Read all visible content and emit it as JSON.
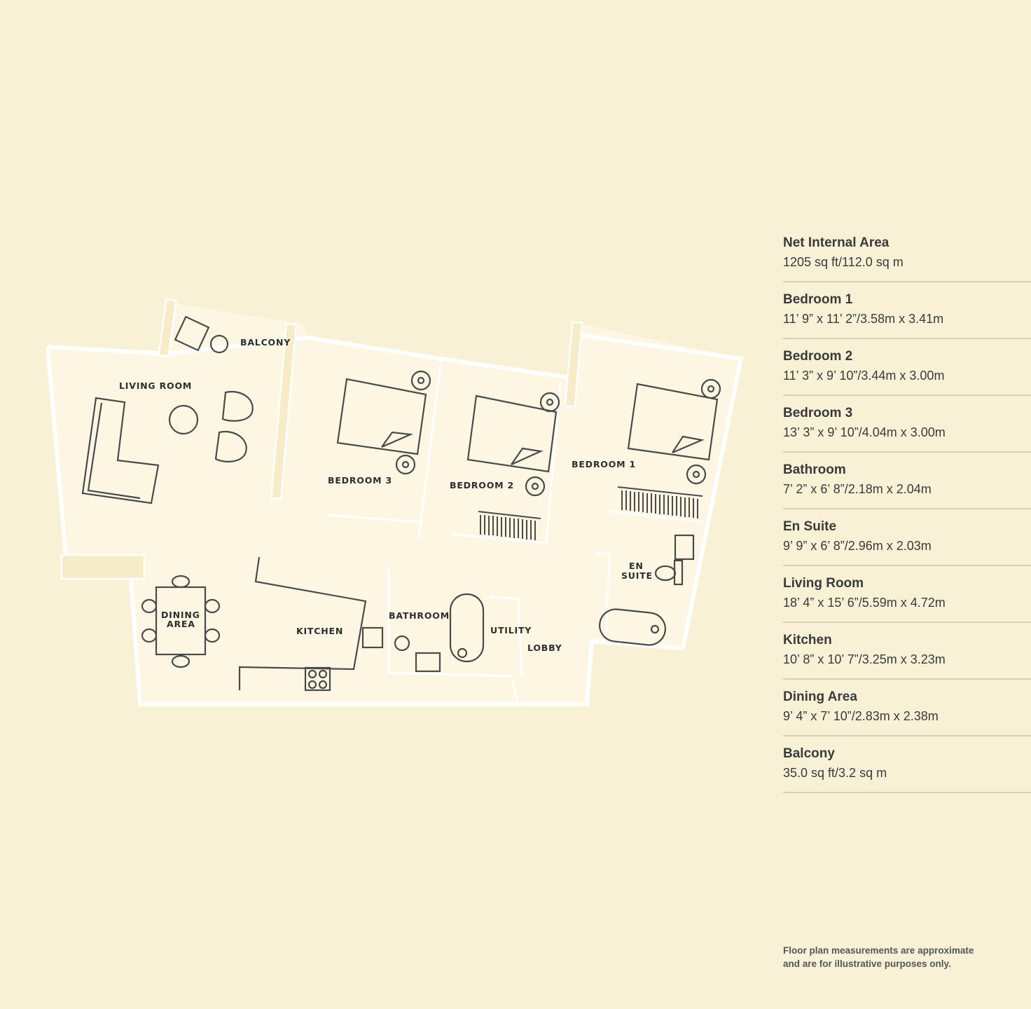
{
  "floor_plan": {
    "room_labels": {
      "balcony": "BALCONY",
      "living_room": "LIVING ROOM",
      "bedroom_3": "BEDROOM 3",
      "bedroom_2": "BEDROOM 2",
      "bedroom_1": "BEDROOM 1",
      "en_suite_line1": "EN",
      "en_suite_line2": "SUITE",
      "dining_line1": "DINING",
      "dining_line2": "AREA",
      "kitchen": "KITCHEN",
      "bathroom": "BATHROOM",
      "utility": "UTILITY",
      "lobby": "LOBBY"
    },
    "colors": {
      "background": "#f9f1d5",
      "floor": "#fcf6e3",
      "walls": "#ffffff",
      "furniture": "#4a4a4a"
    }
  },
  "specs": [
    {
      "name": "Net Internal Area",
      "value": "1205 sq ft/112.0 sq m"
    },
    {
      "name": "Bedroom 1",
      "value": "11’ 9” x 11’ 2”/3.58m x 3.41m"
    },
    {
      "name": "Bedroom 2",
      "value": "11’ 3” x 9’ 10”/3.44m x 3.00m"
    },
    {
      "name": "Bedroom 3",
      "value": "13’ 3” x 9’ 10”/4.04m x 3.00m"
    },
    {
      "name": "Bathroom",
      "value": "7’ 2” x 6’ 8”/2.18m x 2.04m"
    },
    {
      "name": "En Suite",
      "value": "9’ 9” x 6’ 8”/2.96m x 2.03m"
    },
    {
      "name": "Living Room",
      "value": "18’ 4” x 15’ 6”/5.59m x 4.72m"
    },
    {
      "name": "Kitchen",
      "value": "10’ 8” x 10’ 7”/3.25m x 3.23m"
    },
    {
      "name": "Dining Area",
      "value": "9’ 4” x 7’ 10”/2.83m x 2.38m"
    },
    {
      "name": "Balcony",
      "value": "35.0 sq ft/3.2 sq m"
    }
  ],
  "disclaimer": {
    "line1": "Floor plan measurements are approximate",
    "line2": "and are for illustrative purposes only."
  }
}
